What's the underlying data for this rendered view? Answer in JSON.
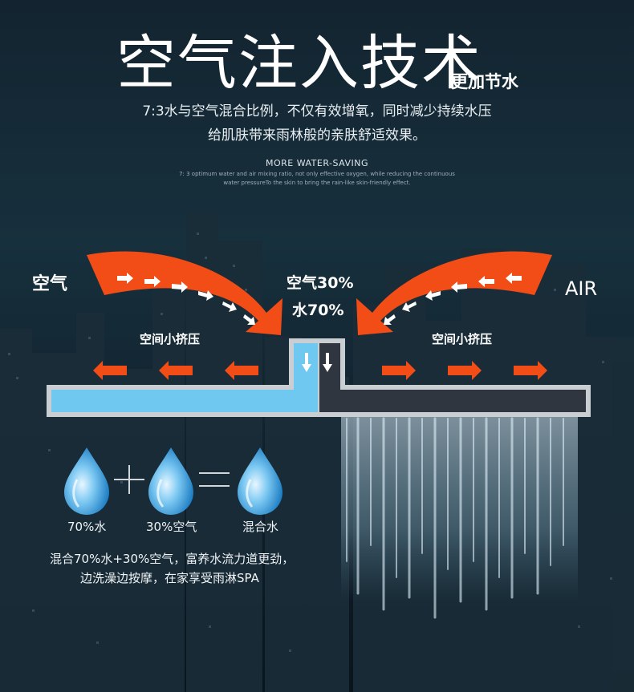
{
  "header": {
    "title": "空气注入技术",
    "subtitle": "更加节水",
    "desc_line1": "7:3水与空气混合比例，不仅有效增氧，同时减少持续水压",
    "desc_line2": "给肌肤带来雨林般的亲肤舒适效果。",
    "en_heading": "MORE WATER-SAVING",
    "en_line1": "7: 3 optimum water and air mixing ratio, not only effective oxygen, while reducing the continuous",
    "en_line2": "water pressureTo the skin to bring the rain-like skin-friendly effect."
  },
  "diagram": {
    "left_label": "空气",
    "right_label": "AIR",
    "mix_air": "空气30%",
    "mix_water": "水70%",
    "squeeze_left": "空间小挤压",
    "squeeze_right": "空间小挤压"
  },
  "equation": {
    "water": "70%水",
    "air": "30%空气",
    "mixed": "混合水"
  },
  "footer": {
    "line1": "混合70%水+30%空气，富养水流力道更劲，",
    "line2": "边洗澡边按摩，在家享受雨淋SPA"
  },
  "colors": {
    "orange": "#f24d16",
    "water_blue": "#6fc8f0",
    "channel_dark": "#2f3640",
    "background": "#0e1b26"
  }
}
